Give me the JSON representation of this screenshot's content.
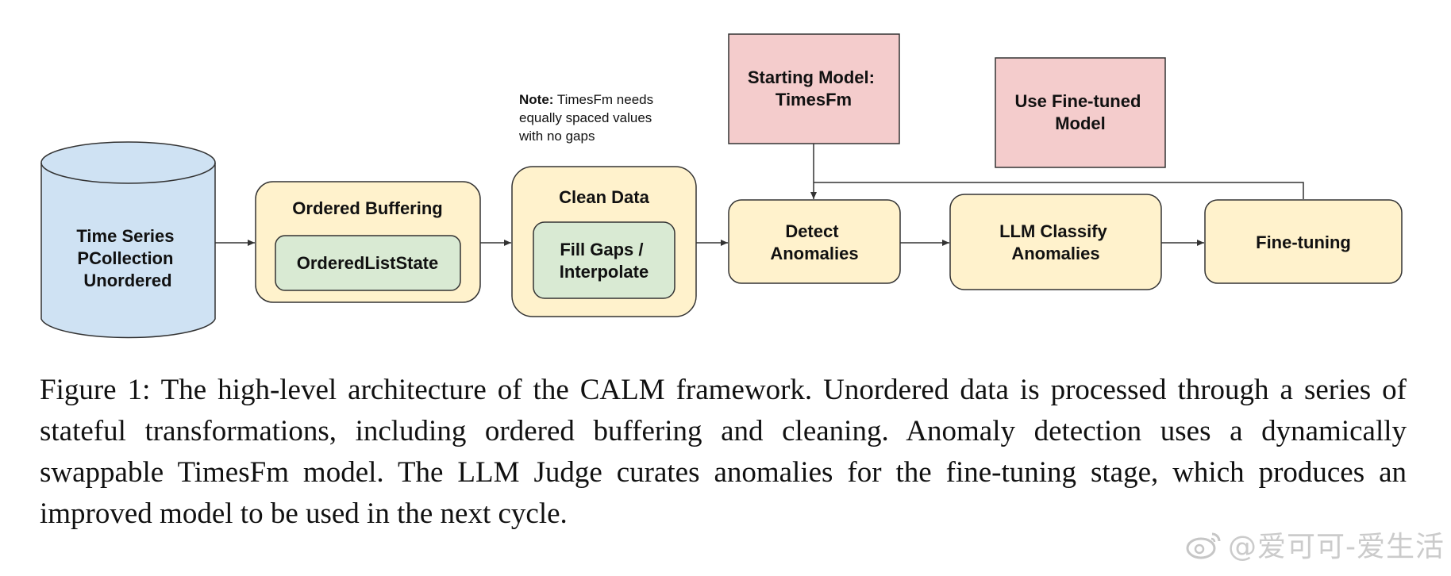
{
  "diagram": {
    "colors": {
      "cylinder": "#cfe2f3",
      "yellow_box": "#fff2cc",
      "green_box": "#d9ead3",
      "pink_box": "#f4cccc",
      "stroke": "#333333"
    },
    "nodes": {
      "time_series": [
        "Time Series",
        "PCollection",
        "Unordered"
      ],
      "ordered_buffering": [
        "Ordered Buffering"
      ],
      "ordered_list_state": [
        "OrderedListState"
      ],
      "clean_data": [
        "Clean Data"
      ],
      "fill_gaps": [
        "Fill Gaps /",
        "Interpolate"
      ],
      "detect_anomalies": [
        "Detect",
        "Anomalies"
      ],
      "llm_classify": [
        "LLM Classify",
        "Anomalies"
      ],
      "fine_tuning": [
        "Fine-tuning"
      ],
      "starting_model": [
        "Starting Model:",
        "TimesFm"
      ],
      "use_fine_tuned": [
        "Use Fine-tuned",
        "Model"
      ]
    },
    "note": {
      "bold": "Note:",
      "line1": " TimesFm needs",
      "line2": "equally spaced values",
      "line3": "with no gaps"
    }
  },
  "caption": {
    "text": "Figure 1: The high-level architecture of the CALM framework. Unordered data is processed through a series of stateful transformations, including ordered buffering and cleaning. Anomaly detection uses a dynamically swappable TimesFm model. The LLM Judge curates anomalies for the fine-tuning stage, which produces an improved model to be used in the next cycle."
  },
  "watermark": {
    "text": "@爱可可-爱生活",
    "icon": "weibo-icon"
  }
}
